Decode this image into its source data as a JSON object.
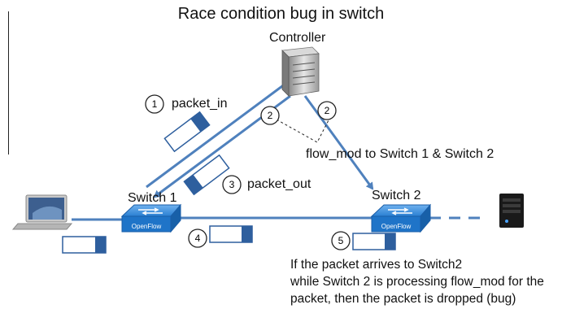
{
  "title": "Race condition bug in switch",
  "nodes": {
    "controller": "Controller",
    "switch1": "Switch 1",
    "switch2": "Switch 2",
    "openflow": "OpenFlow"
  },
  "steps": {
    "s1": {
      "num": "1",
      "label": "packet_in"
    },
    "s2a": {
      "num": "2"
    },
    "s2b": {
      "num": "2"
    },
    "s3": {
      "num": "3",
      "label": "packet_out"
    },
    "s4": {
      "num": "4"
    },
    "s5": {
      "num": "5"
    }
  },
  "flow_mod_label": "flow_mod  to Switch 1 & Switch 2",
  "caption": [
    "If the packet arrives to Switch2",
    "while Switch 2 is processing flow_mod for the",
    "packet, then the packet is dropped (bug)"
  ],
  "colors": {
    "arrow": "#4f81bd",
    "packet_fill": "#2e5f9e",
    "switch_blue": "#1f74c8",
    "server_dark": "#1a1a1a"
  }
}
